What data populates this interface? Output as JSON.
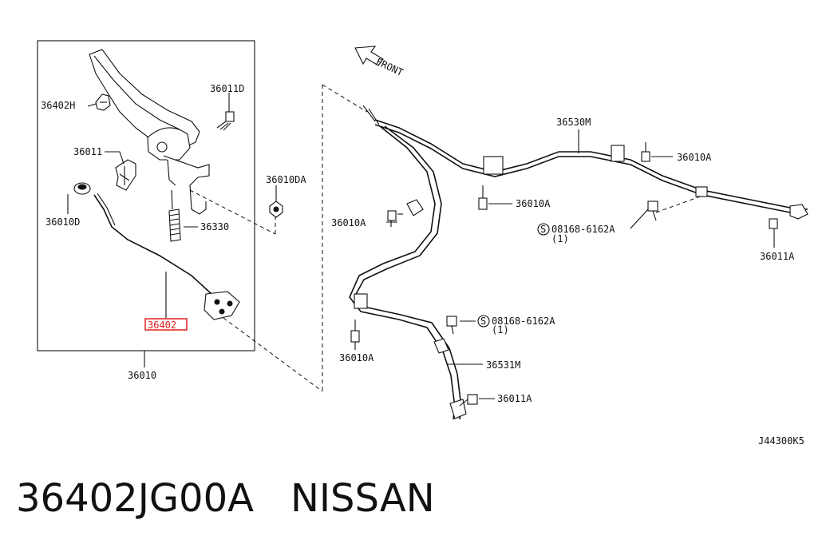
{
  "diagram": {
    "front_label": "FRONT",
    "code": "J44300K5",
    "highlight_color": "#e0201c",
    "labels": {
      "l36402H": "36402H",
      "l36011D": "36011D",
      "l36011": "36011",
      "l36010D": "36010D",
      "l36330": "36330",
      "l36402": "36402",
      "l36010": "36010",
      "l36010DA": "36010DA",
      "l36530M": "36530M",
      "l36010A_1": "36010A",
      "l36010A_2": "36010A",
      "l36010A_3": "36010A",
      "l36010A_4": "36010A",
      "l08168_1": "08168-6162A",
      "l08168_1_qty": "(1)",
      "l36011A_1": "36011A",
      "l08168_2": "08168-6162A",
      "l08168_2_qty": "(1)",
      "l36531M": "36531M",
      "l36011A_2": "36011A",
      "s_symbol_1": "S",
      "s_symbol_2": "S"
    }
  },
  "caption": {
    "part_number": "36402JG00A",
    "brand": "NISSAN"
  }
}
